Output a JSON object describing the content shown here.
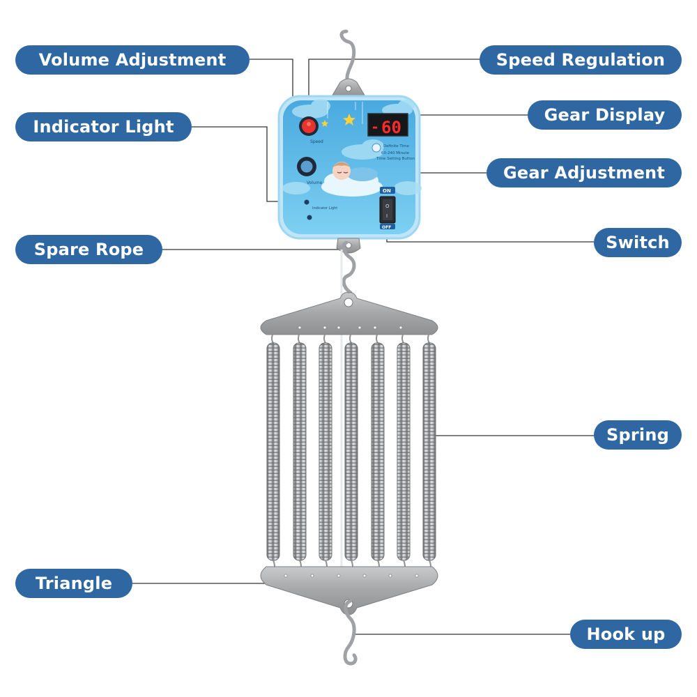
{
  "labels": {
    "volume_adjustment": "Volume Adjustment",
    "indicator_light": "Indicator Light",
    "spare_rope": "Spare Rope",
    "triangle": "Triangle",
    "speed_regulation": "Speed Regulation",
    "gear_display": "Gear Display",
    "gear_adjustment": "Gear Adjustment",
    "switch": "Switch",
    "spring": "Spring",
    "hook_up": "Hook up"
  },
  "device": {
    "display_value": "60",
    "display_prefix": "-",
    "timer_title": "Definite Time",
    "timer_range": "60-240 Minute",
    "timer_button": "Time Setting Button",
    "speed_label": "Speed",
    "volume_label": "Volume",
    "indicator_label": "Indicator Light",
    "switch_on": "ON",
    "switch_off": "OFF",
    "switch_mark_top": "O",
    "switch_mark_bottom": "I"
  },
  "colors": {
    "pill": "#2e67a2",
    "panel": "#5fb8e6",
    "display_red": "#ff2a2a",
    "knob_red": "#e8322e",
    "metal": "#a9abad"
  },
  "icons": [
    "s-hook-icon",
    "star-icon",
    "cloud-icon",
    "baby-icon",
    "knob-icon",
    "rocker-switch-icon",
    "spring-icon"
  ]
}
